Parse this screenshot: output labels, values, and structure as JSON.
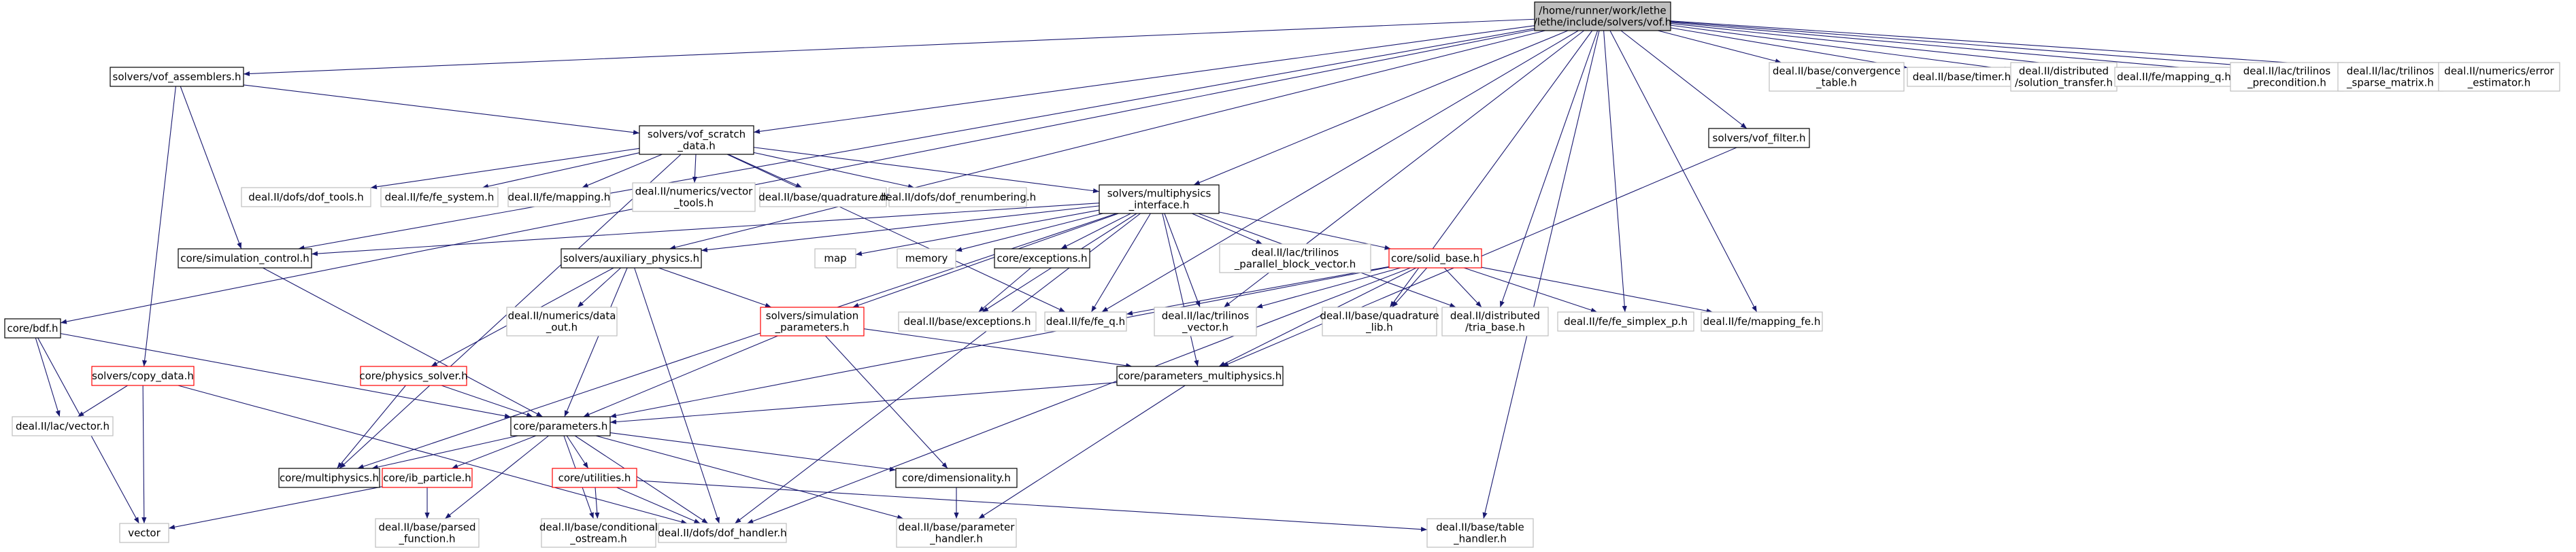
{
  "graph": {
    "nodes": [
      {
        "id": "root",
        "lines": [
          "/home/runner/work/lethe",
          "/lethe/include/solvers/vof.h"
        ],
        "style": "root"
      },
      {
        "id": "vof_assemblers",
        "lines": [
          "solvers/vof_assemblers.h"
        ],
        "style": "black"
      },
      {
        "id": "vof_scratch",
        "lines": [
          "solvers/vof_scratch",
          "_data.h"
        ],
        "style": "black"
      },
      {
        "id": "multiphysics_interface",
        "lines": [
          "solvers/multiphysics",
          "_interface.h"
        ],
        "style": "black"
      },
      {
        "id": "vof_filter",
        "lines": [
          "solvers/vof_filter.h"
        ],
        "style": "black"
      },
      {
        "id": "convergence_table",
        "lines": [
          "deal.II/base/convergence",
          "_table.h"
        ],
        "style": "gray"
      },
      {
        "id": "timer",
        "lines": [
          "deal.II/base/timer.h"
        ],
        "style": "gray"
      },
      {
        "id": "solution_transfer",
        "lines": [
          "deal.II/distributed",
          "/solution_transfer.h"
        ],
        "style": "gray"
      },
      {
        "id": "mapping_q",
        "lines": [
          "deal.II/fe/mapping_q.h"
        ],
        "style": "gray"
      },
      {
        "id": "trilinos_precondition",
        "lines": [
          "deal.II/lac/trilinos",
          "_precondition.h"
        ],
        "style": "gray"
      },
      {
        "id": "trilinos_sparse_matrix",
        "lines": [
          "deal.II/lac/trilinos",
          "_sparse_matrix.h"
        ],
        "style": "gray"
      },
      {
        "id": "error_estimator",
        "lines": [
          "deal.II/numerics/error",
          "_estimator.h"
        ],
        "style": "gray"
      },
      {
        "id": "dof_tools",
        "lines": [
          "deal.II/dofs/dof_tools.h"
        ],
        "style": "gray"
      },
      {
        "id": "fe_system",
        "lines": [
          "deal.II/fe/fe_system.h"
        ],
        "style": "gray"
      },
      {
        "id": "mapping",
        "lines": [
          "deal.II/fe/mapping.h"
        ],
        "style": "gray"
      },
      {
        "id": "vector_tools",
        "lines": [
          "deal.II/numerics/vector",
          "_tools.h"
        ],
        "style": "gray"
      },
      {
        "id": "quadrature",
        "lines": [
          "deal.II/base/quadrature.h"
        ],
        "style": "gray"
      },
      {
        "id": "dof_renumbering",
        "lines": [
          "deal.II/dofs/dof_renumbering.h"
        ],
        "style": "gray"
      },
      {
        "id": "simulation_control",
        "lines": [
          "core/simulation_control.h"
        ],
        "style": "black"
      },
      {
        "id": "auxiliary_physics",
        "lines": [
          "solvers/auxiliary_physics.h"
        ],
        "style": "black"
      },
      {
        "id": "map",
        "lines": [
          "map"
        ],
        "style": "gray"
      },
      {
        "id": "memory",
        "lines": [
          "memory"
        ],
        "style": "gray"
      },
      {
        "id": "exceptions_core",
        "lines": [
          "core/exceptions.h"
        ],
        "style": "black"
      },
      {
        "id": "parallel_block_vector",
        "lines": [
          "deal.II/lac/trilinos",
          "_parallel_block_vector.h"
        ],
        "style": "gray"
      },
      {
        "id": "solid_base",
        "lines": [
          "core/solid_base.h"
        ],
        "style": "red"
      },
      {
        "id": "bdf",
        "lines": [
          "core/bdf.h"
        ],
        "style": "black"
      },
      {
        "id": "copy_data",
        "lines": [
          "solvers/copy_data.h"
        ],
        "style": "red"
      },
      {
        "id": "lac_vector",
        "lines": [
          "deal.II/lac/vector.h"
        ],
        "style": "gray"
      },
      {
        "id": "data_out",
        "lines": [
          "deal.II/numerics/data",
          "_out.h"
        ],
        "style": "gray"
      },
      {
        "id": "simulation_parameters",
        "lines": [
          "solvers/simulation",
          "_parameters.h"
        ],
        "style": "red"
      },
      {
        "id": "base_exceptions",
        "lines": [
          "deal.II/base/exceptions.h"
        ],
        "style": "gray"
      },
      {
        "id": "fe_q",
        "lines": [
          "deal.II/fe/fe_q.h"
        ],
        "style": "gray"
      },
      {
        "id": "trilinos_vector",
        "lines": [
          "deal.II/lac/trilinos",
          "_vector.h"
        ],
        "style": "gray"
      },
      {
        "id": "quadrature_lib",
        "lines": [
          "deal.II/base/quadrature",
          "_lib.h"
        ],
        "style": "gray"
      },
      {
        "id": "tria_base",
        "lines": [
          "deal.II/distributed",
          "/tria_base.h"
        ],
        "style": "gray"
      },
      {
        "id": "fe_simplex_p",
        "lines": [
          "deal.II/fe/fe_simplex_p.h"
        ],
        "style": "gray"
      },
      {
        "id": "mapping_fe",
        "lines": [
          "deal.II/fe/mapping_fe.h"
        ],
        "style": "gray"
      },
      {
        "id": "physics_solver",
        "lines": [
          "core/physics_solver.h"
        ],
        "style": "red"
      },
      {
        "id": "parameters_multiphysics",
        "lines": [
          "core/parameters_multiphysics.h"
        ],
        "style": "black"
      },
      {
        "id": "parameters",
        "lines": [
          "core/parameters.h"
        ],
        "style": "black"
      },
      {
        "id": "multiphysics",
        "lines": [
          "core/multiphysics.h"
        ],
        "style": "black"
      },
      {
        "id": "ib_particle",
        "lines": [
          "core/ib_particle.h"
        ],
        "style": "red"
      },
      {
        "id": "utilities",
        "lines": [
          "core/utilities.h"
        ],
        "style": "red"
      },
      {
        "id": "dimensionality",
        "lines": [
          "core/dimensionality.h"
        ],
        "style": "black"
      },
      {
        "id": "vector",
        "lines": [
          "vector"
        ],
        "style": "gray"
      },
      {
        "id": "parsed_function",
        "lines": [
          "deal.II/base/parsed",
          "_function.h"
        ],
        "style": "gray"
      },
      {
        "id": "conditional_ostream",
        "lines": [
          "deal.II/base/conditional",
          "_ostream.h"
        ],
        "style": "gray"
      },
      {
        "id": "dof_handler",
        "lines": [
          "deal.II/dofs/dof_handler.h"
        ],
        "style": "gray"
      },
      {
        "id": "parameter_handler",
        "lines": [
          "deal.II/base/parameter",
          "_handler.h"
        ],
        "style": "gray"
      },
      {
        "id": "table_handler",
        "lines": [
          "deal.II/base/table",
          "_handler.h"
        ],
        "style": "gray"
      }
    ],
    "edges": [
      [
        "root",
        "vof_assemblers"
      ],
      [
        "root",
        "vof_scratch"
      ],
      [
        "root",
        "multiphysics_interface"
      ],
      [
        "root",
        "vof_filter"
      ],
      [
        "root",
        "convergence_table"
      ],
      [
        "root",
        "timer"
      ],
      [
        "root",
        "solution_transfer"
      ],
      [
        "root",
        "mapping_q"
      ],
      [
        "root",
        "trilinos_precondition"
      ],
      [
        "root",
        "trilinos_sparse_matrix"
      ],
      [
        "root",
        "error_estimator"
      ],
      [
        "root",
        "bdf"
      ],
      [
        "root",
        "simulation_control"
      ],
      [
        "root",
        "auxiliary_physics"
      ],
      [
        "root",
        "fe_q"
      ],
      [
        "root",
        "trilinos_vector"
      ],
      [
        "root",
        "tria_base"
      ],
      [
        "root",
        "fe_simplex_p"
      ],
      [
        "root",
        "mapping_fe"
      ],
      [
        "root",
        "quadrature_lib"
      ],
      [
        "root",
        "table_handler"
      ],
      [
        "vof_assemblers",
        "vof_scratch"
      ],
      [
        "vof_assemblers",
        "simulation_control"
      ],
      [
        "vof_assemblers",
        "copy_data"
      ],
      [
        "vof_scratch",
        "dof_tools"
      ],
      [
        "vof_scratch",
        "fe_system"
      ],
      [
        "vof_scratch",
        "mapping"
      ],
      [
        "vof_scratch",
        "vector_tools"
      ],
      [
        "vof_scratch",
        "quadrature"
      ],
      [
        "vof_scratch",
        "dof_renumbering"
      ],
      [
        "vof_scratch",
        "multiphysics_interface"
      ],
      [
        "vof_scratch",
        "multiphysics"
      ],
      [
        "vof_scratch",
        "fe_q"
      ],
      [
        "multiphysics_interface",
        "simulation_control"
      ],
      [
        "multiphysics_interface",
        "auxiliary_physics"
      ],
      [
        "multiphysics_interface",
        "map"
      ],
      [
        "multiphysics_interface",
        "memory"
      ],
      [
        "multiphysics_interface",
        "exceptions_core"
      ],
      [
        "multiphysics_interface",
        "parallel_block_vector"
      ],
      [
        "multiphysics_interface",
        "solid_base"
      ],
      [
        "multiphysics_interface",
        "simulation_parameters"
      ],
      [
        "multiphysics_interface",
        "base_exceptions"
      ],
      [
        "multiphysics_interface",
        "fe_q"
      ],
      [
        "multiphysics_interface",
        "trilinos_vector"
      ],
      [
        "multiphysics_interface",
        "tria_base"
      ],
      [
        "multiphysics_interface",
        "dof_handler"
      ],
      [
        "multiphysics_interface",
        "multiphysics"
      ],
      [
        "multiphysics_interface",
        "parameters_multiphysics"
      ],
      [
        "vof_filter",
        "parameters_multiphysics"
      ],
      [
        "simulation_control",
        "parameters"
      ],
      [
        "auxiliary_physics",
        "data_out"
      ],
      [
        "auxiliary_physics",
        "physics_solver"
      ],
      [
        "auxiliary_physics",
        "simulation_parameters"
      ],
      [
        "auxiliary_physics",
        "parameters"
      ],
      [
        "auxiliary_physics",
        "dof_handler"
      ],
      [
        "exceptions_core",
        "base_exceptions"
      ],
      [
        "solid_base",
        "fe_q"
      ],
      [
        "solid_base",
        "trilinos_vector"
      ],
      [
        "solid_base",
        "quadrature_lib"
      ],
      [
        "solid_base",
        "tria_base"
      ],
      [
        "solid_base",
        "fe_simplex_p"
      ],
      [
        "solid_base",
        "mapping_fe"
      ],
      [
        "solid_base",
        "parameters"
      ],
      [
        "solid_base",
        "parameters_multiphysics"
      ],
      [
        "solid_base",
        "dof_handler"
      ],
      [
        "bdf",
        "lac_vector"
      ],
      [
        "bdf",
        "vector"
      ],
      [
        "bdf",
        "parameters"
      ],
      [
        "copy_data",
        "lac_vector"
      ],
      [
        "copy_data",
        "vector"
      ],
      [
        "copy_data",
        "dof_handler"
      ],
      [
        "simulation_parameters",
        "parameters"
      ],
      [
        "simulation_parameters",
        "parameters_multiphysics"
      ],
      [
        "simulation_parameters",
        "dimensionality"
      ],
      [
        "physics_solver",
        "parameters"
      ],
      [
        "physics_solver",
        "multiphysics"
      ],
      [
        "parameters_multiphysics",
        "parameters"
      ],
      [
        "parameters_multiphysics",
        "parameter_handler"
      ],
      [
        "parameters",
        "multiphysics"
      ],
      [
        "parameters",
        "ib_particle"
      ],
      [
        "parameters",
        "utilities"
      ],
      [
        "parameters",
        "dimensionality"
      ],
      [
        "parameters",
        "parsed_function"
      ],
      [
        "parameters",
        "conditional_ostream"
      ],
      [
        "parameters",
        "dof_handler"
      ],
      [
        "parameters",
        "parameter_handler"
      ],
      [
        "ib_particle",
        "vector"
      ],
      [
        "ib_particle",
        "parsed_function"
      ],
      [
        "utilities",
        "conditional_ostream"
      ],
      [
        "utilities",
        "dof_handler"
      ],
      [
        "utilities",
        "table_handler"
      ],
      [
        "dimensionality",
        "parameter_handler"
      ]
    ]
  }
}
